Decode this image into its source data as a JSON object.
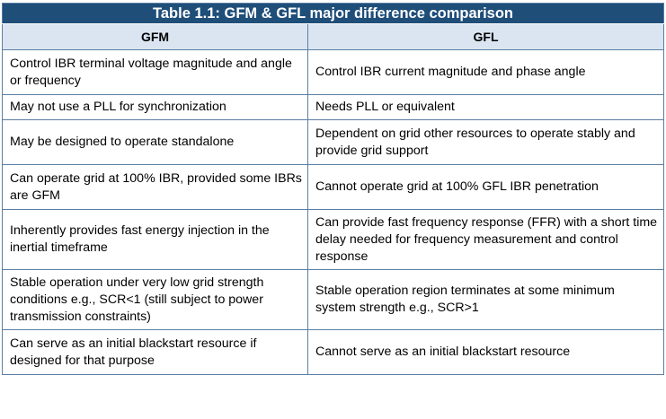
{
  "table": {
    "title": "Table 1.1: GFM & GFL major difference comparison",
    "columns": [
      "GFM",
      "GFL"
    ],
    "rows": [
      {
        "gfm": "Control IBR terminal voltage magnitude and angle or frequency",
        "gfl": "Control IBR current magnitude and phase angle"
      },
      {
        "gfm": "May not use a PLL for synchronization",
        "gfl": "Needs PLL or equivalent"
      },
      {
        "gfm": "May be designed to operate standalone",
        "gfl": "Dependent on grid other resources to operate stably and provide grid support"
      },
      {
        "gfm": "Can operate grid at 100% IBR, provided some IBRs are GFM",
        "gfl": "Cannot operate grid at 100% GFL IBR penetration"
      },
      {
        "gfm": "Inherently provides fast energy injection in the inertial timeframe",
        "gfl": "Can provide fast frequency response (FFR) with a short time delay needed for frequency measurement and control response"
      },
      {
        "gfm": "Stable operation under very low grid strength conditions e.g., SCR<1 (still subject to power transmission constraints)",
        "gfl": "Stable operation region terminates at some minimum system strength e.g., SCR>1"
      },
      {
        "gfm": "Can serve as an initial blackstart resource if designed for that purpose",
        "gfl": "Cannot serve as an initial blackstart resource"
      }
    ],
    "colors": {
      "title_bg": "#1f4e79",
      "header_bg": "#dbe5f1",
      "border": "#5a7ea3"
    }
  }
}
